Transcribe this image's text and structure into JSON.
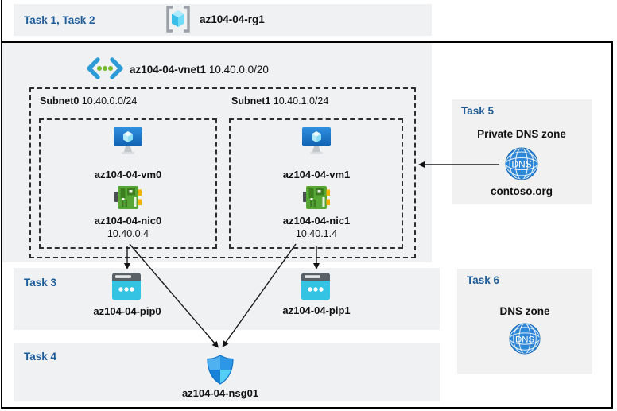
{
  "header": {
    "task_label": "Task 1, Task 2",
    "resource_group": "az104-04-rg1"
  },
  "vnet": {
    "name": "az104-04-vnet1",
    "cidr": "10.40.0.0/20",
    "subnets": [
      {
        "name": "Subnet0",
        "cidr": "10.40.0.0/24",
        "vm": "az104-04-vm0",
        "nic": "az104-04-nic0",
        "ip": "10.40.0.4"
      },
      {
        "name": "Subnet1",
        "cidr": "10.40.1.0/24",
        "vm": "az104-04-vm1",
        "nic": "az104-04-nic1",
        "ip": "10.40.1.4"
      }
    ]
  },
  "task3": {
    "label": "Task 3",
    "pips": [
      "az104-04-pip0",
      "az104-04-pip1"
    ]
  },
  "task4": {
    "label": "Task 4",
    "nsg": "az104-04-nsg01"
  },
  "task5": {
    "label": "Task 5",
    "title": "Private DNS zone",
    "zone": "contoso.org"
  },
  "task6": {
    "label": "Task 6",
    "title": "DNS zone"
  },
  "icons": {
    "dns_label": "DNS",
    "names": [
      "resource-group-icon",
      "vnet-icon",
      "virtual-machine-icon",
      "nic-icon",
      "public-ip-icon",
      "nsg-shield-icon",
      "dns-globe-icon",
      "arrow"
    ]
  },
  "colors": {
    "task-label-color": "#1e5c97",
    "band-bg": "#eff1f3",
    "box-bg": "#f1f1f2",
    "arrow-color": "#1a1a1a",
    "vm-blue": "#1f7fd4",
    "nic-green": "#57a636",
    "pip-cyan": "#35c3e3",
    "dns-blue": "#2e86d6",
    "shield-blue": "#2b97e6"
  }
}
